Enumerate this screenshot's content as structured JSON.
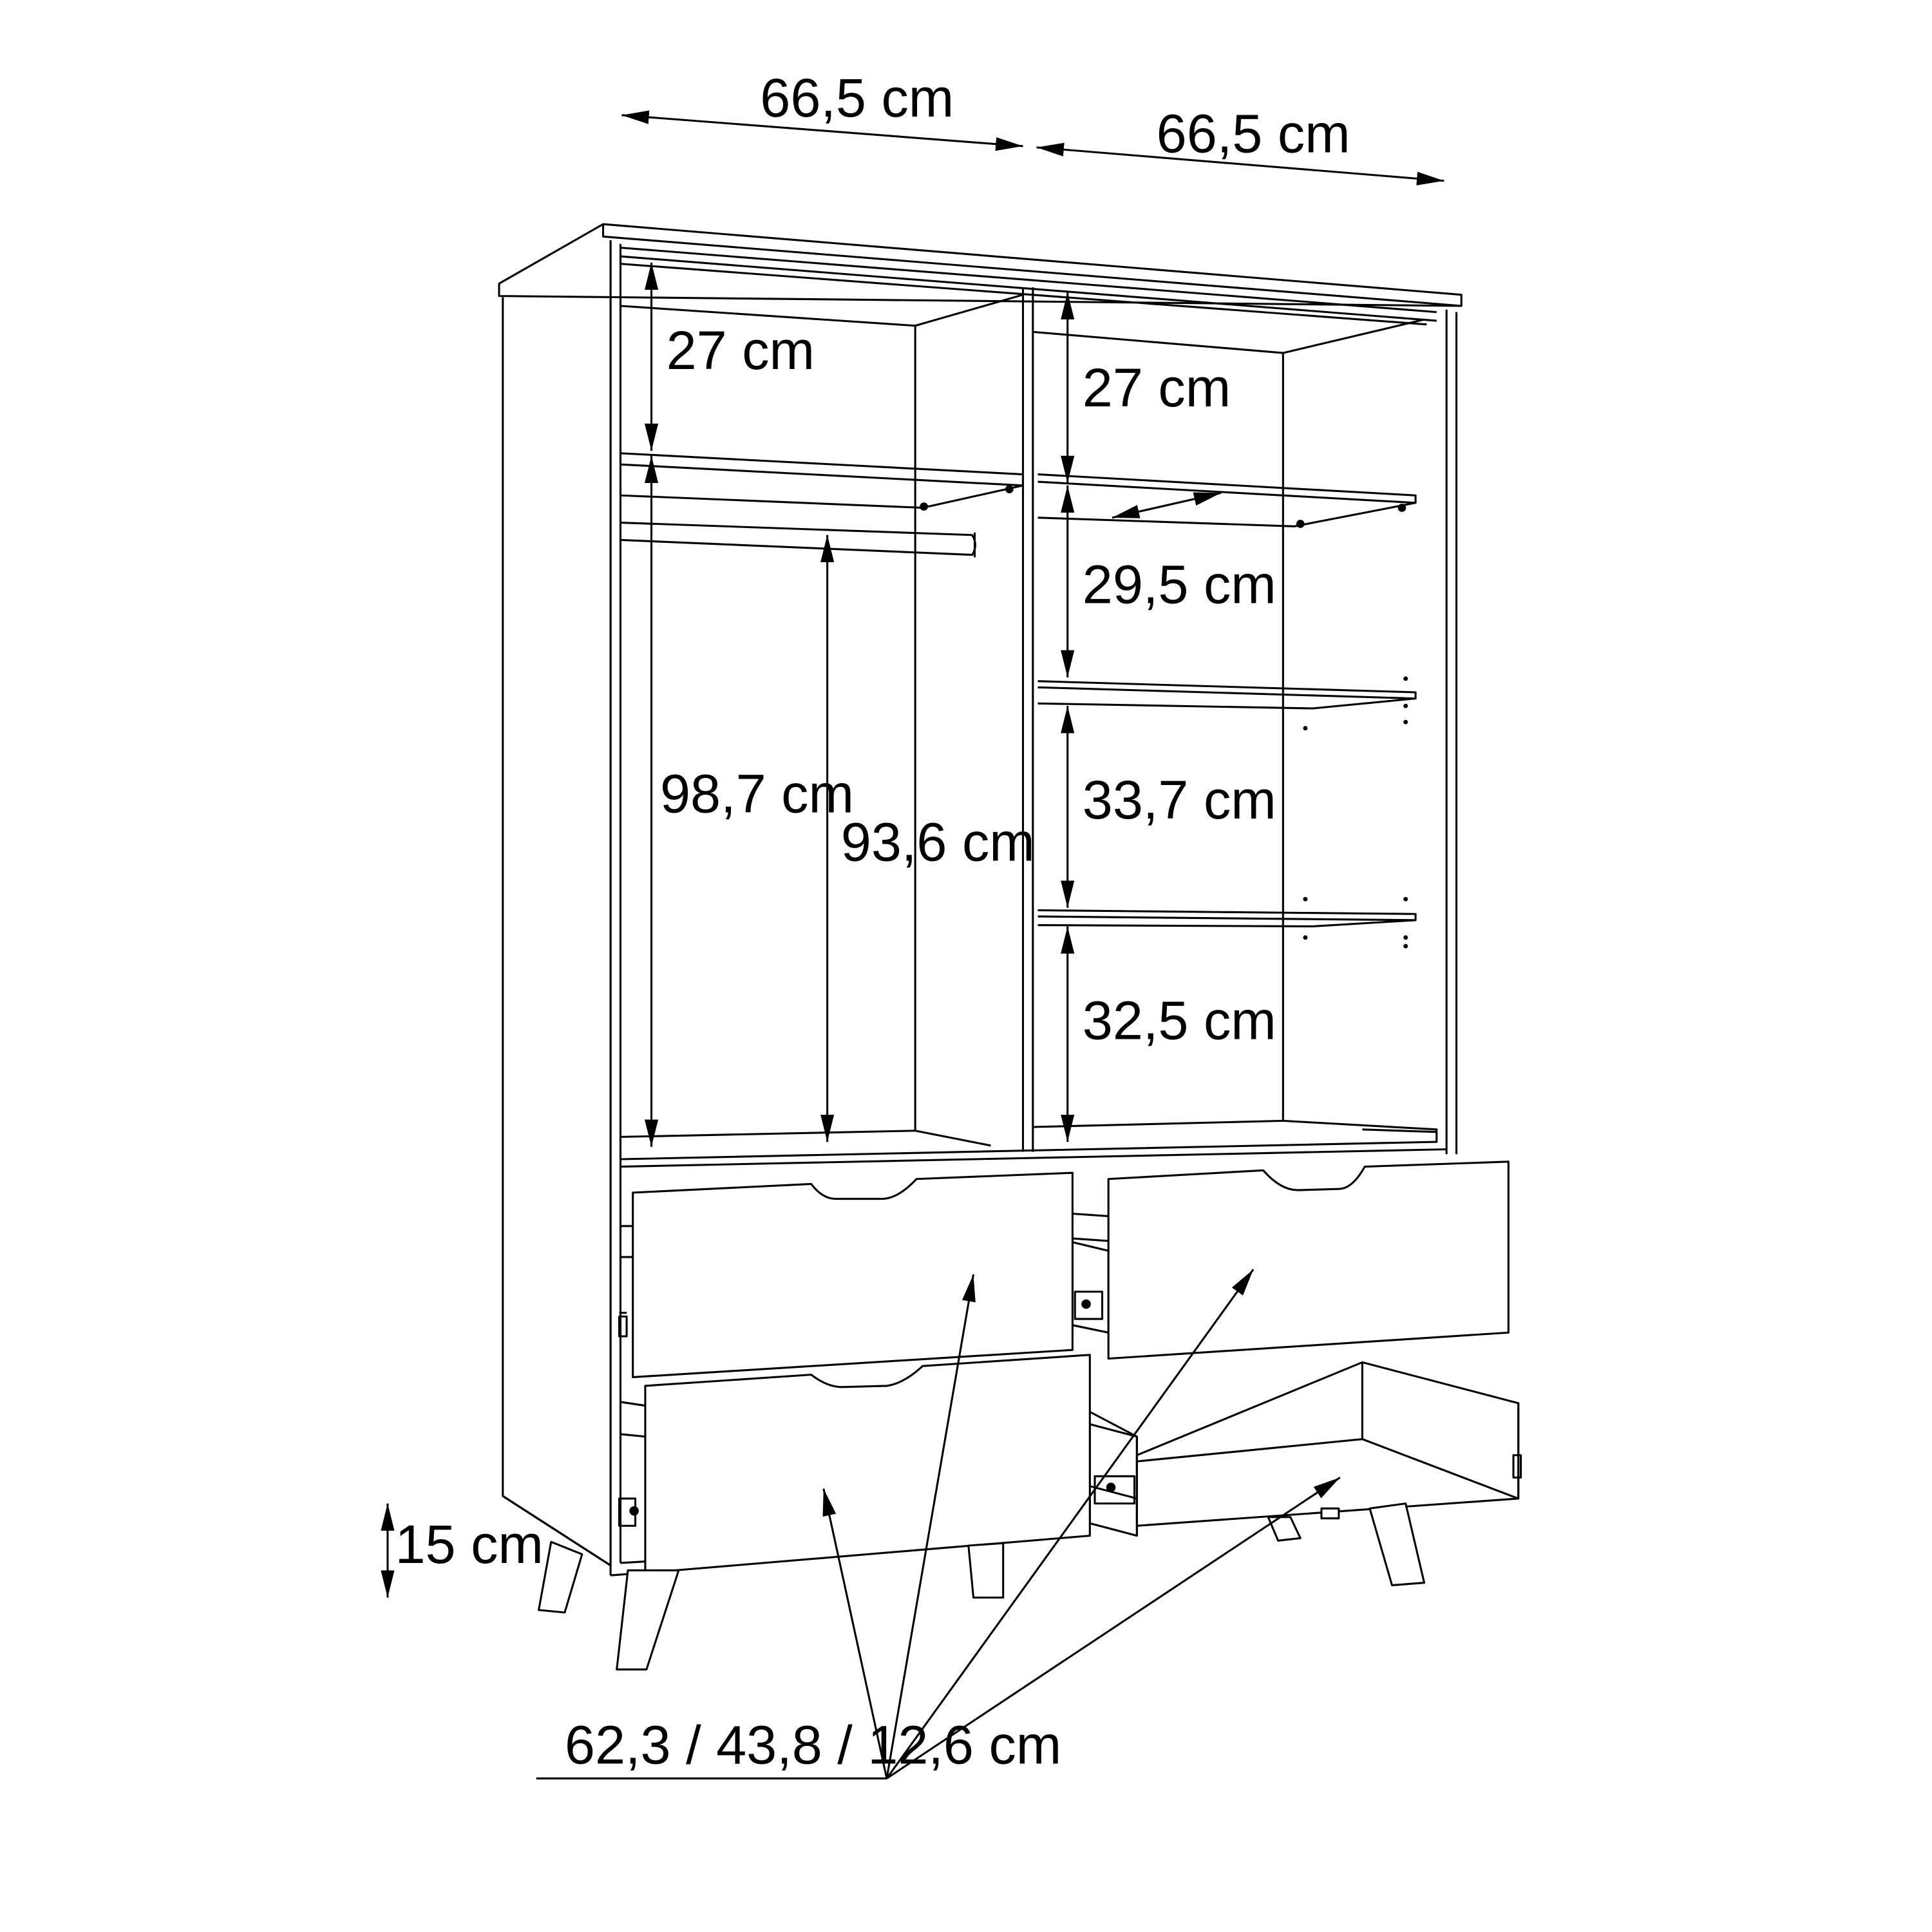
{
  "dimensions": {
    "top_width_left": "66,5 cm",
    "top_width_right": "66,5 cm",
    "left_top_compartment": "27 cm",
    "left_hanging_total": "98,7 cm",
    "left_rail_clearance": "93,6 cm",
    "right_top_compartment": "27 cm",
    "right_shelf_2": "29,5 cm",
    "right_shelf_3": "33,7 cm",
    "right_shelf_4": "32,5 cm",
    "leg_height": "15 cm",
    "drawer_size": "62,3 / 43,8 / 12,6 cm"
  },
  "colors": {
    "line": "#000000",
    "background": "#ffffff"
  }
}
